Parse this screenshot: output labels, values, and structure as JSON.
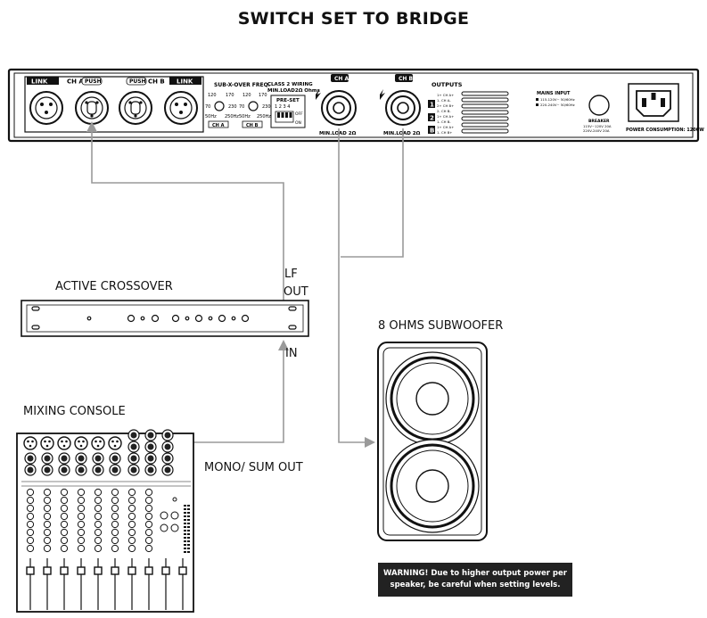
{
  "title": "SWITCH SET TO BRIDGE",
  "amp": {
    "link_left": "LINK",
    "ch_a": "CH A",
    "push_a": "PUSH",
    "push_b": "PUSH",
    "ch_b": "CH B",
    "link_right": "LINK",
    "sub_xover": "SUB-X-OVER FREQ.",
    "knob_a_labels": [
      "120",
      "170",
      "70",
      "230",
      "50Hz",
      "250Hz"
    ],
    "knob_b_labels": [
      "120",
      "170",
      "70",
      "230",
      "50Hz",
      "250Hz"
    ],
    "knob_a_tag": "CH A",
    "knob_b_tag": "CH B",
    "class2_line1": "CLASS 2 WIRING",
    "class2_line2": "MIN.LOAD2Ω Ohms",
    "preset": "PRE-SET",
    "preset_nums": "1 2 3 4",
    "preset_off": "OFF",
    "preset_on": "ON",
    "speakon_a_label": "CH A",
    "speakon_b_label": "CH B",
    "min_load_a": "MIN.LOAD 2Ω",
    "min_load_b": "MIN.LOAD 2Ω",
    "outputs": "OUTPUTS",
    "outputs_rows": [
      "1+ CH A+",
      "1- CH A-",
      "2+ CH B+",
      "2- CH B-",
      "1+ CH A+",
      "1- CH B-",
      "1+ CH A+",
      "1- CH B+"
    ],
    "output_nums": [
      "1",
      "2",
      "B"
    ],
    "mains_input": "MAINS INPUT",
    "mains_1": "115-120V~ 50/60Hz",
    "mains_2": "220-240V~ 50/60Hz",
    "breaker": "BREAKER",
    "breaker_1": "115V~120V 20A",
    "breaker_2": "220V-240V 20A",
    "power": "POWER CONSUMPTION: 1200W"
  },
  "labels": {
    "lf": "LF",
    "out": "OUT",
    "in": "IN",
    "active_crossover": "ACTIVE CROSSOVER",
    "mixing_console": "MIXING CONSOLE",
    "mono_sum_out": "MONO/ SUM OUT",
    "subwoofer": "8 OHMS SUBWOOFER"
  },
  "warning": {
    "line1": "WARNING! Due to higher output power per",
    "line2": "speaker, be careful when setting levels."
  },
  "colors": {
    "wire": "#9a9a9a",
    "panel_stroke": "#111111",
    "warning_bg": "#222222"
  }
}
